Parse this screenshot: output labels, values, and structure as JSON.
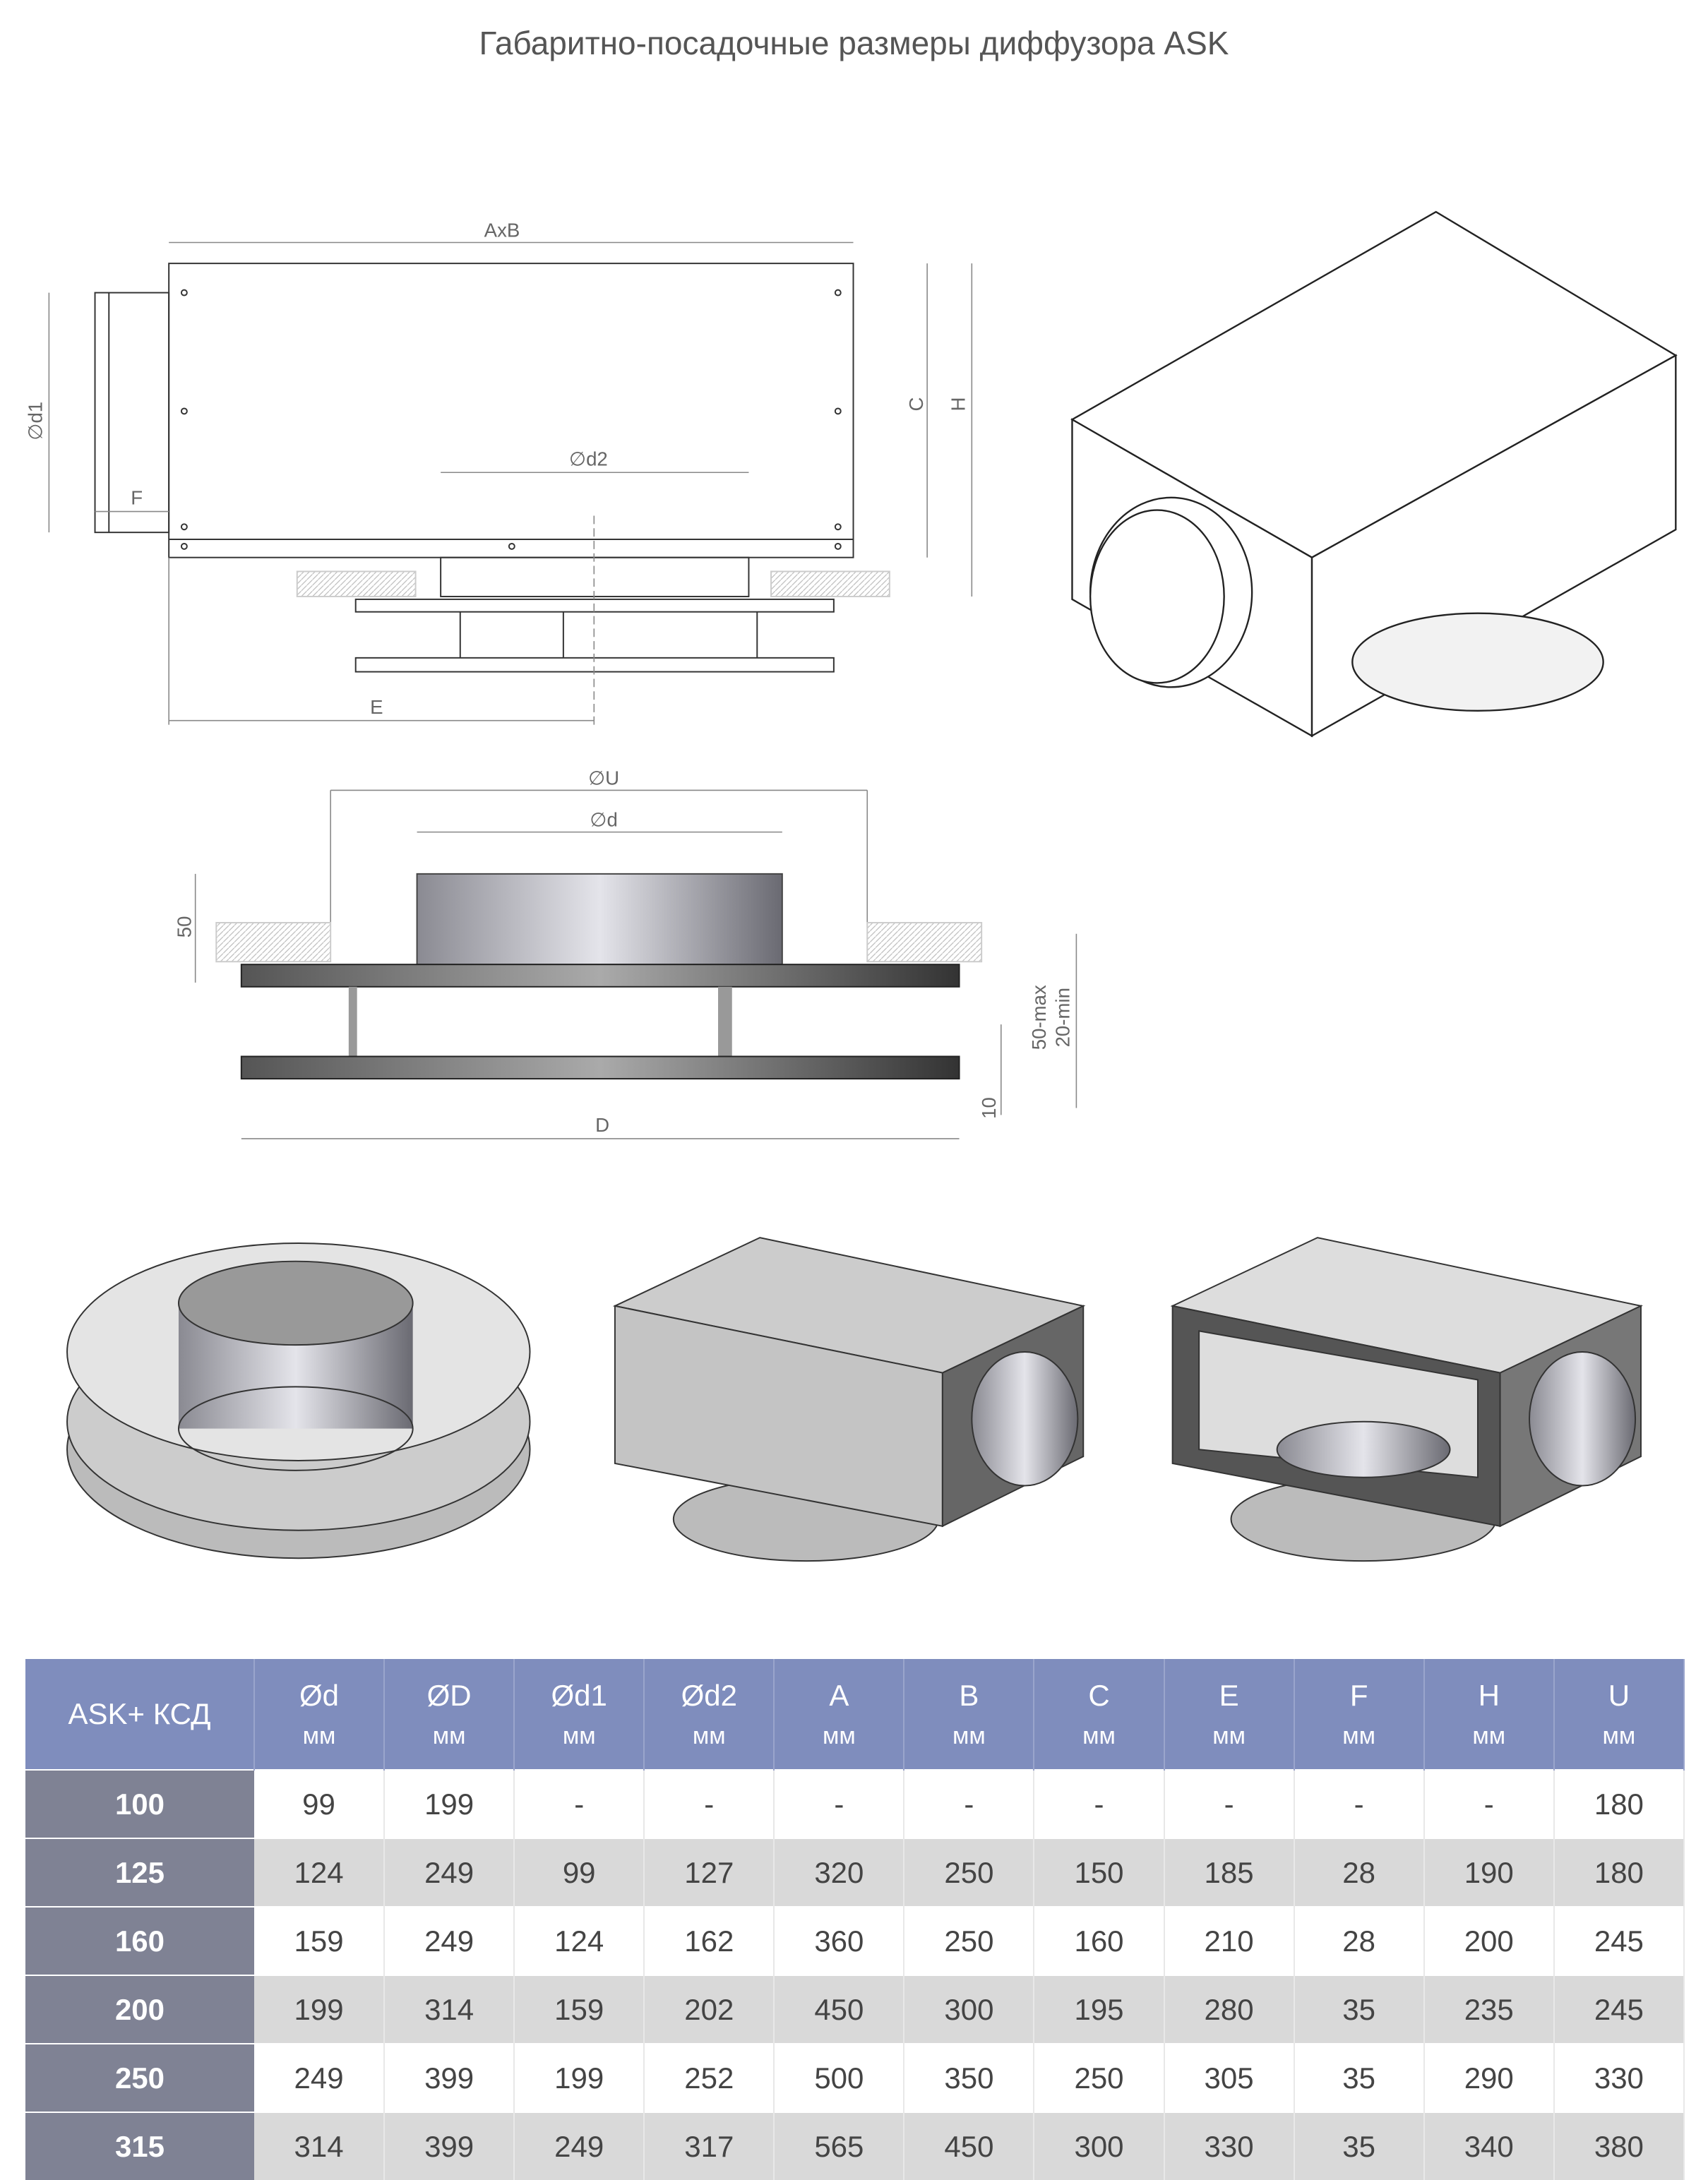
{
  "title": "Габаритно-посадочные размеры диффузора ASK",
  "labels": {
    "axb": "AxB",
    "d1": "∅d1",
    "f": "F",
    "d2": "∅d2",
    "c": "C",
    "h": "H",
    "e": "E",
    "u": "∅U",
    "d": "∅d",
    "h50": "50",
    "max": "50-max",
    "min": "20-min",
    "ten": "10",
    "dd": "D"
  },
  "table": {
    "corner": "ASK+ КСД",
    "unit": "мм",
    "columns": [
      "Ød",
      "ØD",
      "Ød1",
      "Ød2",
      "A",
      "B",
      "C",
      "E",
      "F",
      "H",
      "U"
    ],
    "rows": [
      {
        "size": "100",
        "values": [
          "99",
          "199",
          "-",
          "-",
          "-",
          "-",
          "-",
          "-",
          "-",
          "-",
          "180"
        ]
      },
      {
        "size": "125",
        "values": [
          "124",
          "249",
          "99",
          "127",
          "320",
          "250",
          "150",
          "185",
          "28",
          "190",
          "180"
        ]
      },
      {
        "size": "160",
        "values": [
          "159",
          "249",
          "124",
          "162",
          "360",
          "250",
          "160",
          "210",
          "28",
          "200",
          "245"
        ]
      },
      {
        "size": "200",
        "values": [
          "199",
          "314",
          "159",
          "202",
          "450",
          "300",
          "195",
          "280",
          "35",
          "235",
          "245"
        ]
      },
      {
        "size": "250",
        "values": [
          "249",
          "399",
          "199",
          "252",
          "500",
          "350",
          "250",
          "305",
          "35",
          "290",
          "330"
        ]
      },
      {
        "size": "315",
        "values": [
          "314",
          "399",
          "249",
          "317",
          "565",
          "450",
          "300",
          "330",
          "35",
          "340",
          "380"
        ]
      }
    ]
  }
}
